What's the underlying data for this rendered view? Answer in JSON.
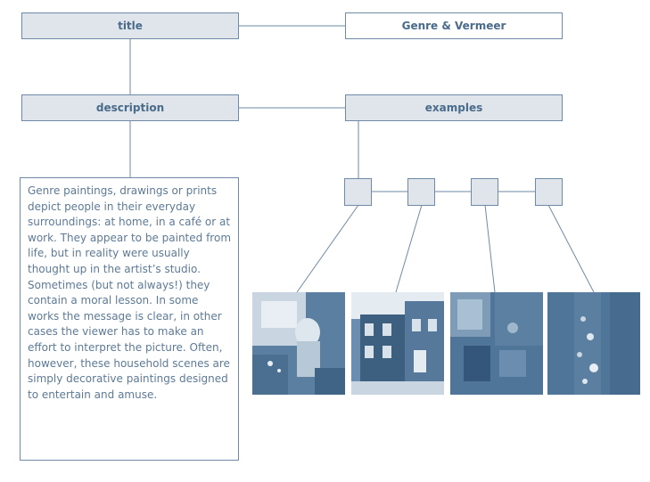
{
  "title_box": {
    "label": "title"
  },
  "title_value_box": {
    "label": "Genre & Vermeer"
  },
  "description_box": {
    "label": "description"
  },
  "examples_box": {
    "label": "examples"
  },
  "description_text": "Genre paintings, drawings or prints depict people in their everyday surroundings: at home, in a café or at work. They appear to be painted from life, but in reality were usually thought up in the artist’s studio. Sometimes (but not always!) they contain a moral lesson. In some works the message is clear, in other cases the viewer has to make an effort to interpret the picture.  Often, however, these household scenes are simply decorative paintings designed to entertain and amuse.",
  "example_thumbnails": [
    {
      "name": "example-painting-1"
    },
    {
      "name": "example-painting-2"
    },
    {
      "name": "example-painting-3"
    },
    {
      "name": "example-painting-4"
    }
  ],
  "colors": {
    "line": "#6e8aa6",
    "fill": "#dfe5eb",
    "text": "#4a6b8a",
    "thumb": "#4f7598"
  }
}
